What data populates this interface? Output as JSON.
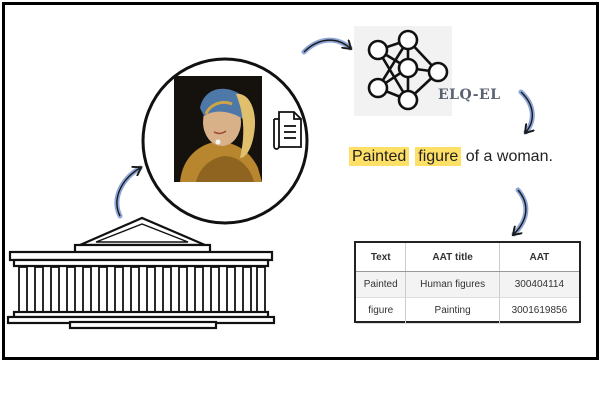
{
  "model": {
    "name": "ELQ-EL"
  },
  "sentence": {
    "word1": "Painted",
    "word2": "figure",
    "rest": "of a woman."
  },
  "table": {
    "headers": [
      "Text",
      "AAT title",
      "AAT"
    ],
    "rows": [
      [
        "Painted",
        "Human figures",
        "300404114"
      ],
      [
        "figure",
        "Painting",
        "3001619856"
      ]
    ]
  },
  "colors": {
    "highlight": "#ffe066",
    "arrow": "#8ea6d8",
    "border": "#000000"
  },
  "icons": [
    "museum-building-icon",
    "painting-thumbnail",
    "document-icon",
    "neural-network-icon",
    "curved-arrow-icon"
  ]
}
